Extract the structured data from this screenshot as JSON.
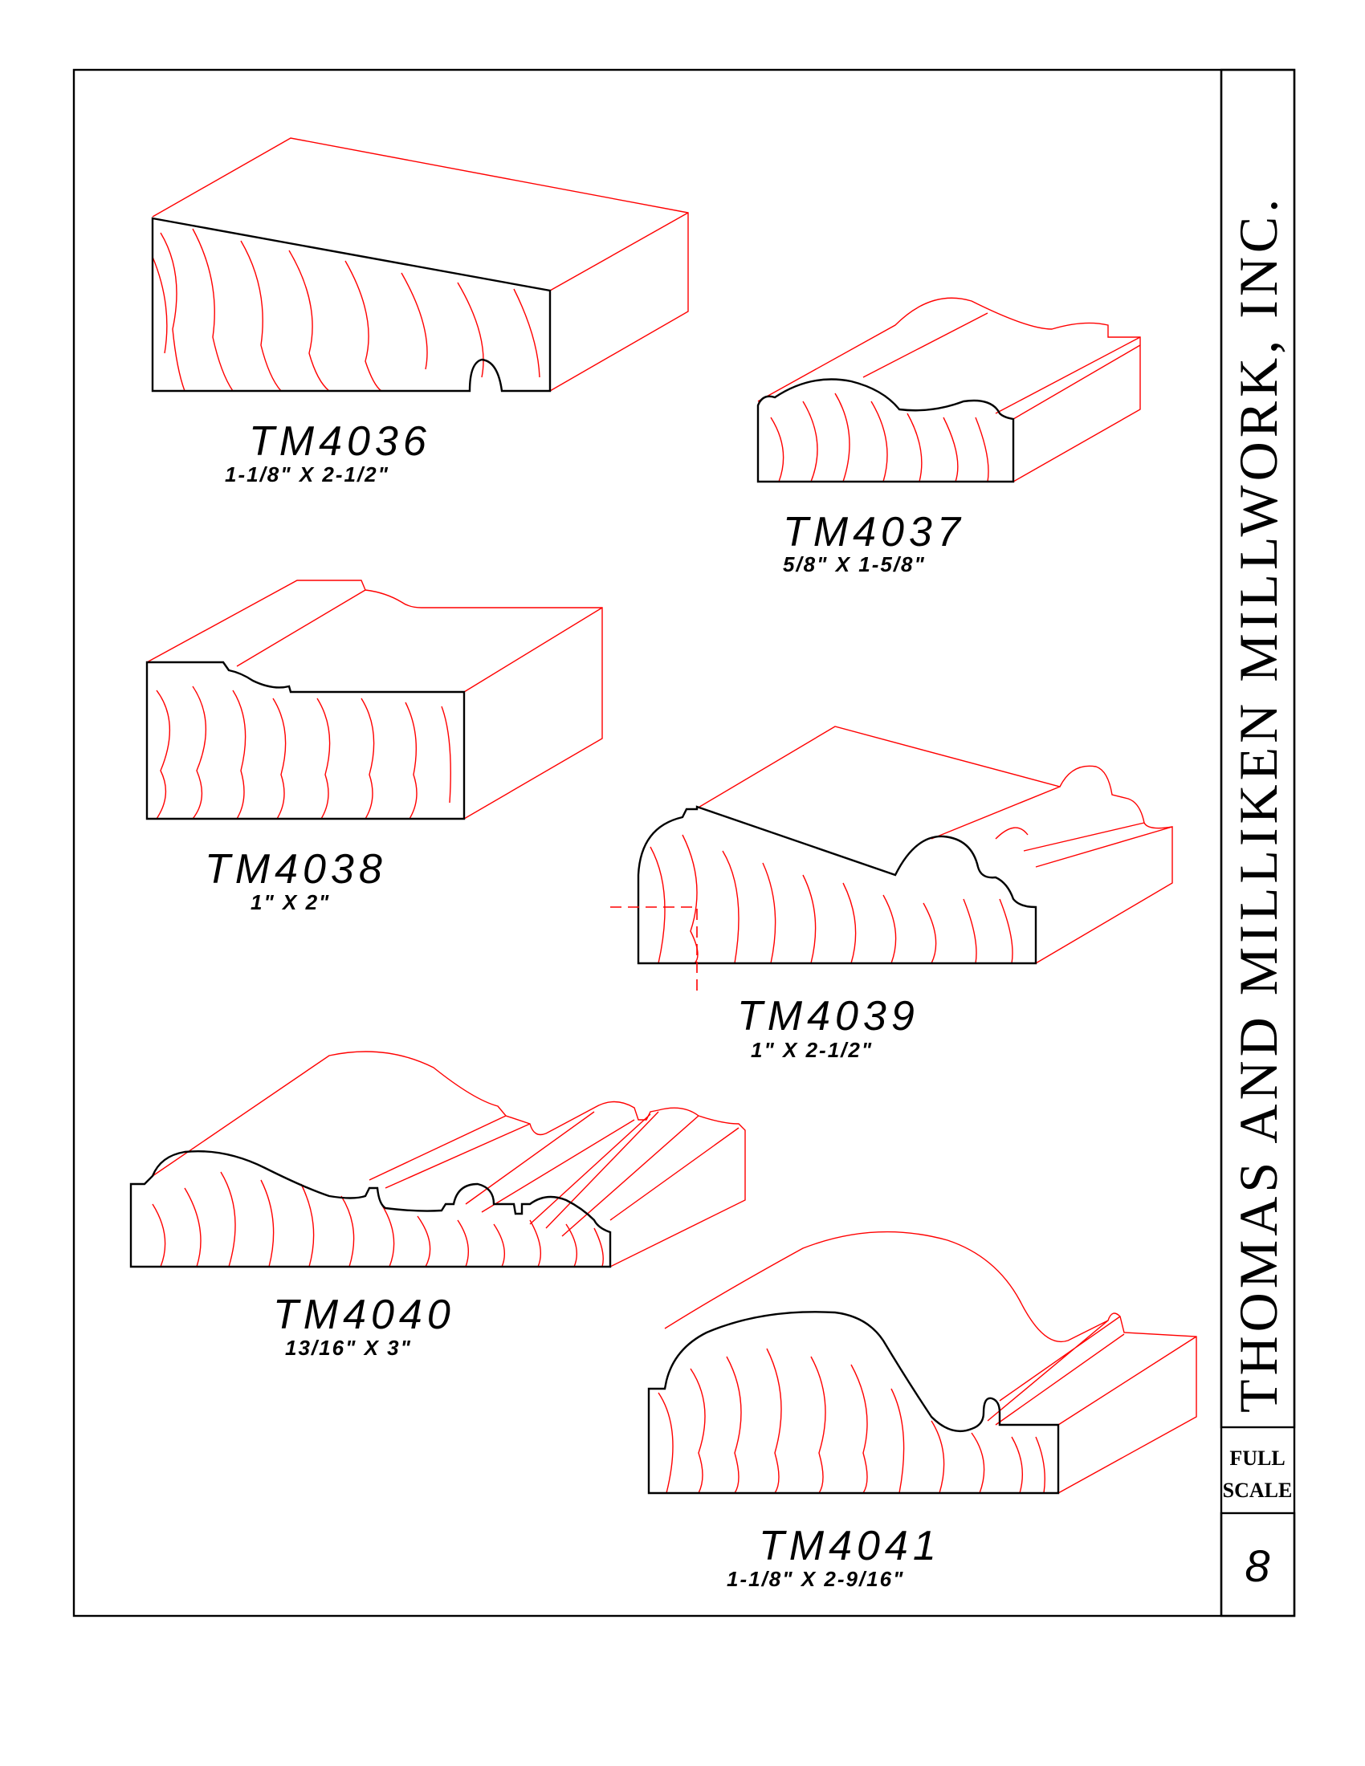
{
  "company": "THOMAS AND MILLIKEN MILLWORK, INC.",
  "scale_line1": "FULL",
  "scale_line2": "SCALE",
  "page_number": "8",
  "profiles": [
    {
      "name": "TM4036",
      "dims": "1-1/8\"  X  2-1/2\""
    },
    {
      "name": "TM4037",
      "dims": "5/8\"  X  1-5/8\""
    },
    {
      "name": "TM4038",
      "dims": "1\"  X  2\""
    },
    {
      "name": "TM4039",
      "dims": "1\"  X  2-1/2\""
    },
    {
      "name": "TM4040",
      "dims": "13/16\"  X  3\""
    },
    {
      "name": "TM4041",
      "dims": "1-1/8\"  X  2-9/16\""
    }
  ]
}
